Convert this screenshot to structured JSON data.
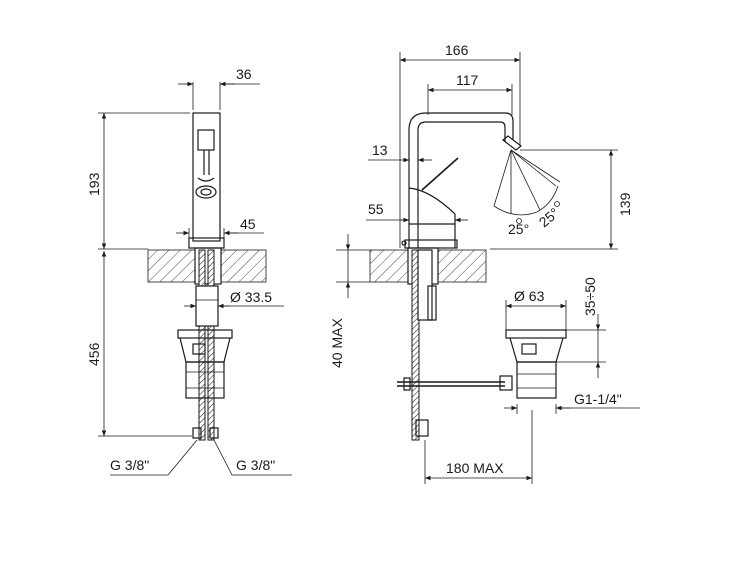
{
  "dims": {
    "handle_width": "36",
    "body_height": "193",
    "base_width": "45",
    "shank_diameter": "Ø 33.5",
    "below_deck_length": "456",
    "supply_left": "G 3/8\"",
    "supply_right": "G 3/8\"",
    "overall_depth": "166",
    "spout_reach": "117",
    "lever_offset": "13",
    "base_depth": "55",
    "spout_height": "139",
    "swing_angle_left": "25°",
    "swing_angle_right": "25°",
    "deck_thickness": "40 MAX",
    "waste_diameter": "Ø 63",
    "waste_adjust": "35÷50",
    "waste_thread": "G1-1/4\"",
    "rod_length": "180 MAX"
  }
}
